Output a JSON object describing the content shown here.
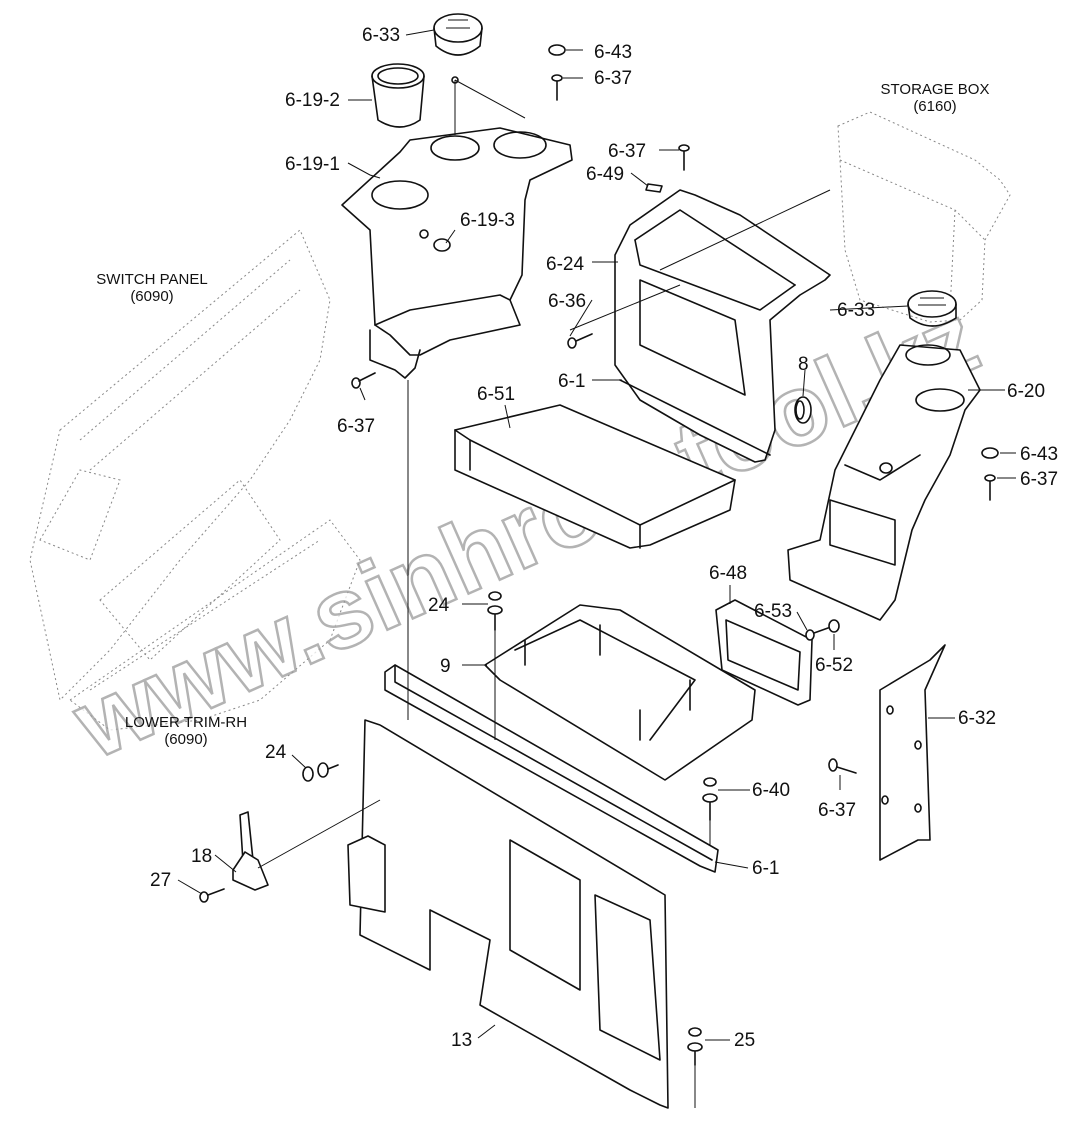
{
  "watermark": "www.sinhron-tool.kz",
  "references": {
    "storage_box_name": "STORAGE BOX",
    "storage_box_code": "(6160)",
    "switch_panel_name": "SWITCH PANEL",
    "switch_panel_code": "(6090)",
    "lower_trim_name": "LOWER TRIM-RH",
    "lower_trim_code": "(6090)"
  },
  "labels": {
    "p6_33_a": "6-33",
    "p6_19_2": "6-19-2",
    "p6_19_1": "6-19-1",
    "p6_19_3": "6-19-3",
    "p6_43_a": "6-43",
    "p6_37_a": "6-37",
    "p6_37_b": "6-37",
    "p6_49": "6-49",
    "p6_24": "6-24",
    "p6_36": "6-36",
    "p6_1_a": "6-1",
    "p8": "8",
    "p6_33_b": "6-33",
    "p6_20": "6-20",
    "p6_43_b": "6-43",
    "p6_37_c": "6-37",
    "p6_37_d": "6-37",
    "p6_51": "6-51",
    "p6_48": "6-48",
    "p6_53": "6-53",
    "p6_52": "6-52",
    "p24_a": "24",
    "p9": "9",
    "p6_32": "6-32",
    "p24_b": "24",
    "p6_40": "6-40",
    "p6_37_e": "6-37",
    "p18": "18",
    "p27": "27",
    "p6_1_b": "6-1",
    "p13": "13",
    "p25": "25"
  }
}
